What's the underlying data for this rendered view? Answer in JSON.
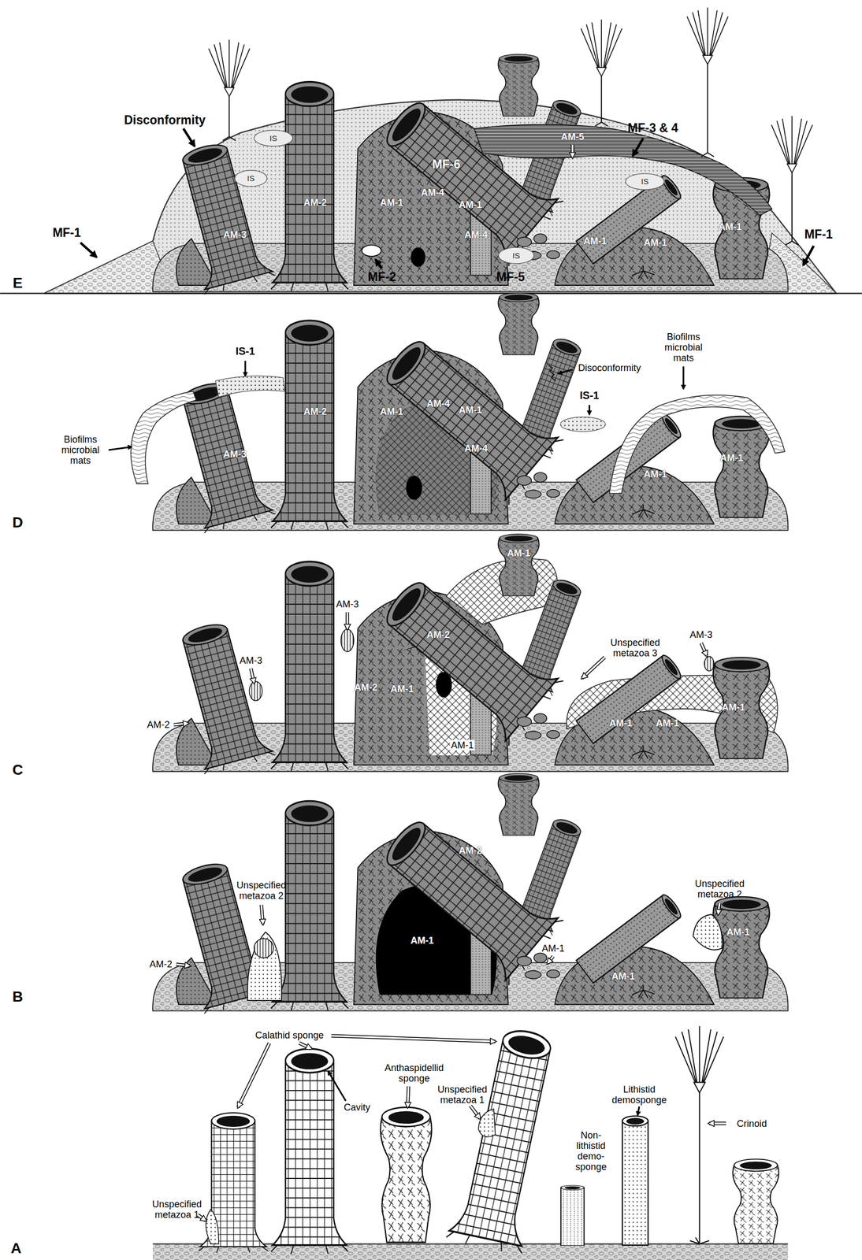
{
  "diagram": {
    "labels": [
      "E",
      "Disconformity",
      "MF-3 & 4",
      "MF-6",
      "AM-5",
      "IS",
      "IS",
      "IS",
      "IS",
      "AM-2",
      "AM-1",
      "AM-4",
      "AM-1",
      "AM-3",
      "AM-4",
      "AM-1",
      "AM-1",
      "AM-1",
      "MF-1",
      "MF-1",
      "MF-2",
      "MF-5",
      "D",
      "Biofilms microbial mats",
      "IS-1",
      "Disoconformity",
      "IS-1",
      "Biofilms microbial mats",
      "AM-2",
      "AM-1",
      "AM-4",
      "AM-1",
      "AM-3",
      "AM-4",
      "AM-1",
      "AM-1",
      "C",
      "AM-3",
      "AM-1",
      "AM-2",
      "AM-3",
      "AM-2",
      "AM-1",
      "Unspecified metazoa 3",
      "AM-3",
      "AM-1",
      "AM-1",
      "AM-1",
      "AM-2",
      "AM-1",
      "B",
      "Unspecified metazoa 2",
      "AM-2",
      "AM-1",
      "AM-2",
      "AM-1",
      "AM-1",
      "Unspecified metazoa 2",
      "AM-1",
      "Calathid sponge",
      "Cavity",
      "Anthaspidellid sponge",
      "Unspecified metazoa 1",
      "Non- lithistid demo- sponge",
      "Lithistid demosponge",
      "Crinoid",
      "Unspecified metazoa 1",
      "A"
    ]
  }
}
